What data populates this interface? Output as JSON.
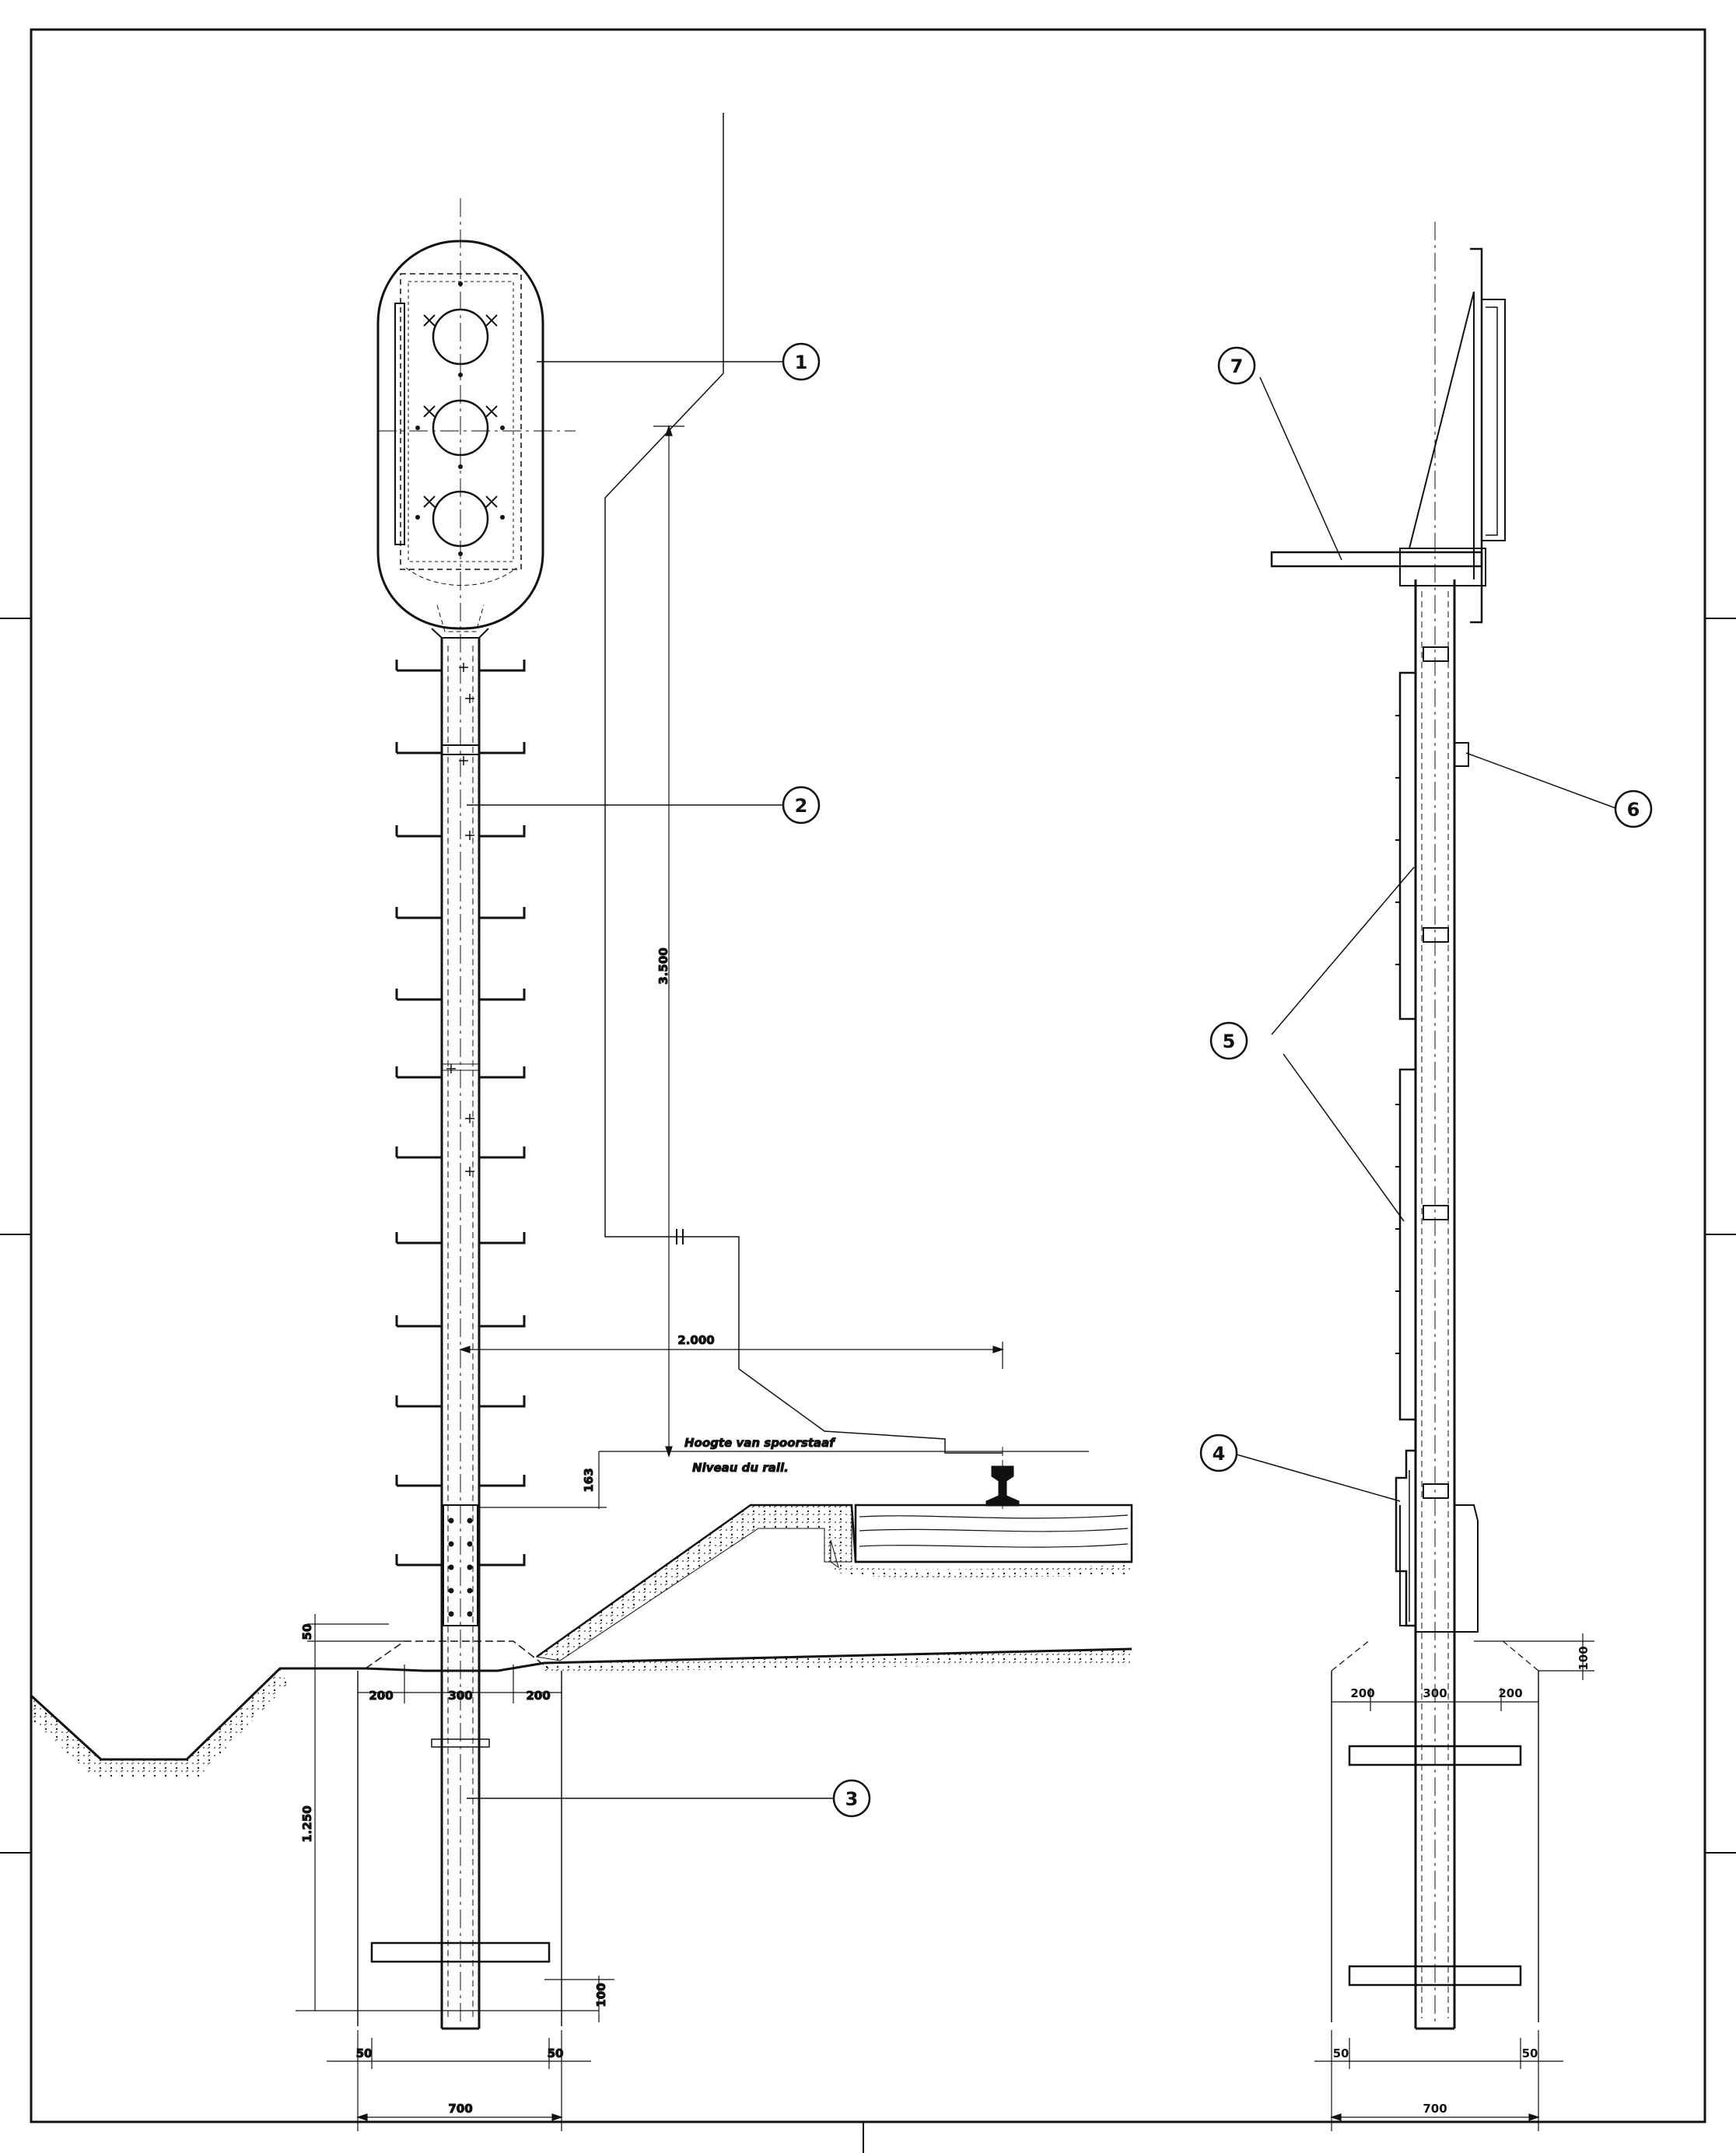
{
  "drawing": {
    "callouts": [
      "1",
      "2",
      "3",
      "4",
      "5",
      "6",
      "7"
    ],
    "dimensions": {
      "signal_height": "3.500",
      "track_offset": "2.000",
      "height_163": "163",
      "depth_50": "50",
      "foundation_200_left": "200",
      "foundation_300": "300",
      "foundation_200_right": "200",
      "depth_1250": "1.250",
      "base_100": "100",
      "edge_50_left": "50",
      "edge_50_right": "50",
      "width_700": "700",
      "side_100": "100",
      "side_200_left": "200",
      "side_300": "300",
      "side_200_right": "200",
      "side_50_left": "50",
      "side_50_right": "50",
      "side_700": "700"
    },
    "rail_note": {
      "line1": "Hoogte van spoorstaaf",
      "line2": "Niveau du rail."
    }
  }
}
